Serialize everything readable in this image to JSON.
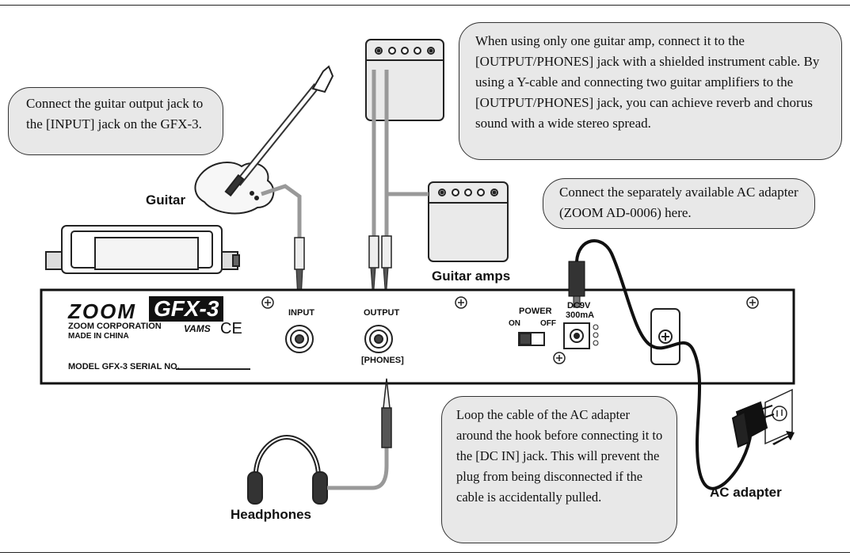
{
  "callouts": {
    "guitar_input": "Connect the guitar output jack to the [INPUT] jack on the GFX-3.",
    "amp_output": "When using only one guitar amp, connect it to the [OUTPUT/PHONES] jack with a shielded instrument cable. By using a Y-cable and connecting two guitar amplifiers to the [OUTPUT/PHONES] jack, you can achieve reverb and chorus sound with a wide stereo spread.",
    "ac_adapter": "Connect the separately available AC adapter (ZOOM AD-0006) here.",
    "cable_hook": "Loop the cable of the AC adapter around the hook before connecting it to the [DC IN] jack. This will prevent the plug from being disconnected if the cable is accidentally pulled."
  },
  "labels": {
    "guitar": "Guitar",
    "guitar_amps": "Guitar amps",
    "headphones": "Headphones",
    "ac_adapter": "AC adapter"
  },
  "panel": {
    "brand": "ZOOM",
    "model_logo": "GFX-3",
    "corporation": "ZOOM CORPORATION",
    "made_in": "MADE IN CHINA",
    "vams": "VAMS",
    "ce_mark": "CE",
    "model_line": "MODEL GFX-3",
    "serial": "SERIAL NO.",
    "input": "INPUT",
    "output": "OUTPUT",
    "phones": "[PHONES]",
    "power": "POWER",
    "on": "ON",
    "off": "OFF",
    "dc": "DC9V",
    "ma": "300mA"
  }
}
